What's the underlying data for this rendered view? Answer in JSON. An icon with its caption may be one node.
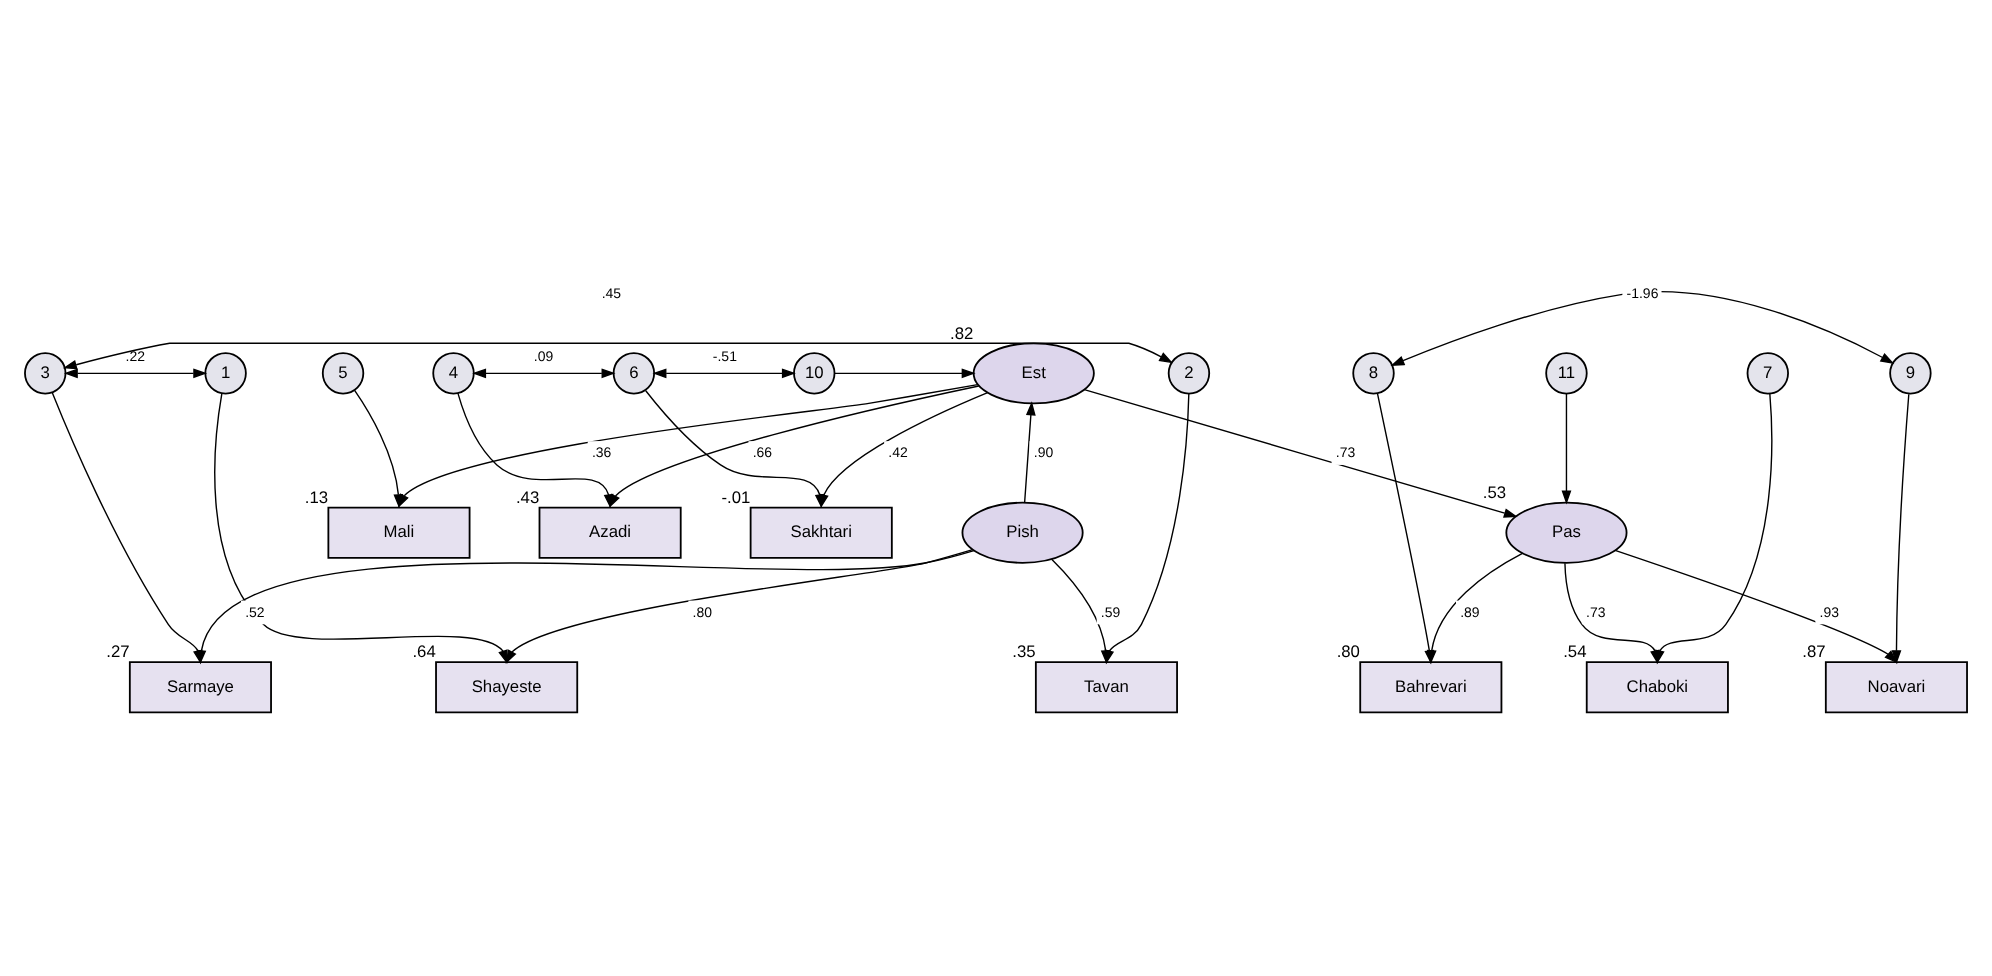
{
  "diagram": {
    "nodes": [
      {
        "text": [
          "4"
        ]
      },
      {
        "text": [
          "5"
        ]
      },
      {
        "text": [
          "6"
        ]
      },
      {
        "text": [
          "Azadi"
        ],
        "beside": [
          ".43"
        ]
      },
      {
        "text": [
          "Mali"
        ],
        "beside": [
          ".13"
        ]
      },
      {
        "text": [
          "Sakhtari"
        ],
        "beside": [
          "-.01"
        ]
      },
      {
        "text": [
          "Est"
        ],
        "beside": [
          ".82"
        ]
      },
      {
        "text": [
          "10"
        ]
      },
      {
        "text": [
          "1"
        ]
      },
      {
        "text": [
          "2"
        ]
      },
      {
        "text": [
          "3"
        ]
      },
      {
        "text": [
          "Shayeste"
        ],
        "beside": [
          ".64"
        ]
      },
      {
        "text": [
          "Tavan"
        ],
        "beside": [
          ".35"
        ]
      },
      {
        "text": [
          "Sarmaye"
        ],
        "beside": [
          ".27"
        ]
      },
      {
        "text": [
          "Pish"
        ]
      },
      {
        "text": [
          "Pas"
        ],
        "beside": [
          ".53"
        ]
      },
      {
        "text": [
          "Chaboki"
        ],
        "beside": [
          ".54"
        ]
      },
      {
        "text": [
          "Bahrevari"
        ],
        "beside": [
          ".80"
        ]
      },
      {
        "text": [
          "Noavari"
        ],
        "beside": [
          ".87"
        ]
      },
      {
        "text": [
          "7"
        ]
      },
      {
        "text": [
          "8"
        ]
      },
      {
        "text": [
          "9"
        ]
      },
      {
        "text": [
          "11"
        ]
      }
    ],
    "edges": [
      {
        "from": 0,
        "to": 3,
        "arrow": "to"
      },
      {
        "from": 1,
        "to": 4,
        "arrow": "to"
      },
      {
        "from": 2,
        "to": 5,
        "arrow": "to"
      },
      {
        "from": 0,
        "to": 2,
        "arrow": "both",
        "label": ".09"
      },
      {
        "from": 2,
        "to": 7,
        "arrow": "both",
        "label": "-.51"
      },
      {
        "from": 7,
        "to": 6,
        "arrow": "to"
      },
      {
        "from": 6,
        "to": 3,
        "arrow": "to",
        "label": ".66"
      },
      {
        "from": 6,
        "to": 4,
        "arrow": "to",
        "label": ".36"
      },
      {
        "from": 6,
        "to": 5,
        "arrow": "to",
        "label": ".42"
      },
      {
        "from": 14,
        "to": 6,
        "arrow": "to",
        "label": ".90"
      },
      {
        "from": 6,
        "to": 15,
        "arrow": "to",
        "label": ".73"
      },
      {
        "from": 8,
        "to": 11,
        "arrow": "to"
      },
      {
        "from": 9,
        "to": 12,
        "arrow": "to"
      },
      {
        "from": 10,
        "to": 13,
        "arrow": "to"
      },
      {
        "from": 8,
        "to": 10,
        "arrow": "both",
        "label": ".22"
      },
      {
        "from": 9,
        "to": 10,
        "arrow": "both",
        "label": ".45"
      },
      {
        "from": 14,
        "to": 11,
        "arrow": "to",
        "label": ".80"
      },
      {
        "from": 14,
        "to": 12,
        "arrow": "to",
        "label": ".59"
      },
      {
        "from": 14,
        "to": 13,
        "arrow": "to",
        "label": ".52"
      },
      {
        "from": 15,
        "to": 16,
        "arrow": "to",
        "label": ".73"
      },
      {
        "from": 15,
        "to": 17,
        "arrow": "to",
        "label": ".89"
      },
      {
        "from": 15,
        "to": 18,
        "arrow": "to",
        "label": ".93"
      },
      {
        "from": 19,
        "to": 16,
        "arrow": "to"
      },
      {
        "from": 20,
        "to": 17,
        "arrow": "to"
      },
      {
        "from": 21,
        "to": 18,
        "arrow": "to"
      },
      {
        "from": 20,
        "to": 21,
        "arrow": "both",
        "label": "-1.96"
      },
      {
        "from": 22,
        "to": 15,
        "arrow": "to"
      }
    ]
  }
}
